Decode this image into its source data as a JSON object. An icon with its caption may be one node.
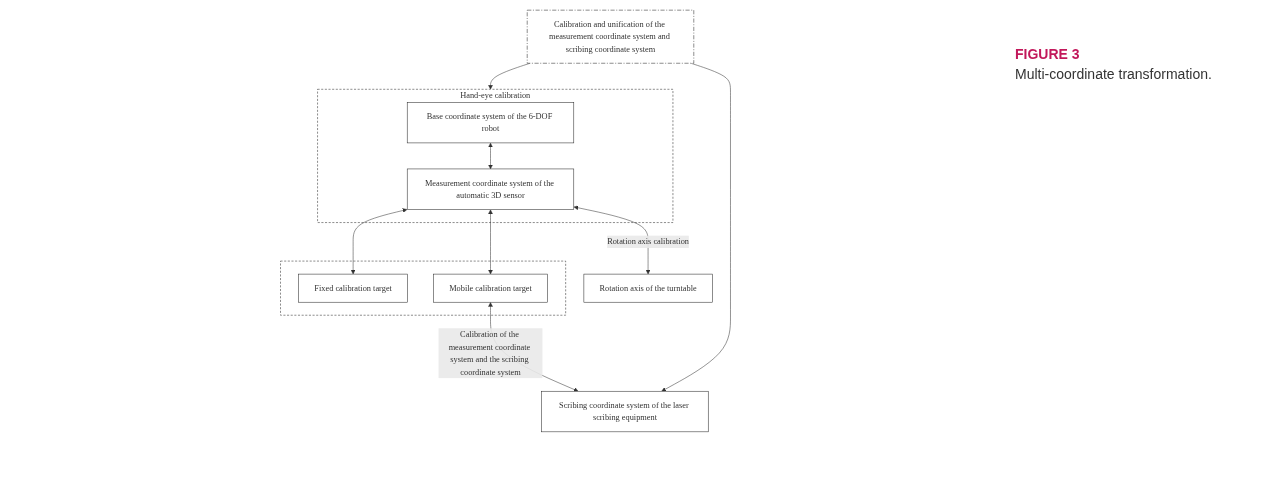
{
  "diagram": {
    "caption": "Multi-coordinate transformation.",
    "nodes": [
      {
        "text": [
          "Hand-eye calibration"
        ]
      },
      {
        "text": [
          "Base coordinate system of the 6-DOF robot"
        ],
        "in": 0
      },
      {
        "text": [
          "Measurement coordinate system of the automatic 3D sensor"
        ],
        "in": 0
      },
      {
        "text": [
          "Rotation axis of the turntable"
        ]
      },
      {
        "text": [],
        "shape": "box"
      },
      {
        "text": [
          "Fixed calibration target"
        ],
        "in": 4
      },
      {
        "text": [
          "Mobile calibration target"
        ],
        "in": 4
      },
      {
        "text": [
          "Calibration and unification of the measurement coordinate system and scribing coordinate system"
        ]
      },
      {
        "text": [
          "Scribing coordinate system of the laser scribing equipment"
        ]
      }
    ],
    "edges": [
      {
        "from": 1,
        "to": 2,
        "arrow": "both"
      },
      {
        "from": 2,
        "to": 3,
        "arrow": "both",
        "label": "Rotation axis calibration"
      },
      {
        "from": 2,
        "to": 5,
        "arrow": "both"
      },
      {
        "from": 2,
        "to": 6,
        "arrow": "both"
      },
      {
        "from": 6,
        "to": 8,
        "arrow": "both",
        "label": "Calibration of the measurement coordinate system and the scribing coordinate system"
      },
      {
        "from": 7,
        "to": 0,
        "arrow": "to"
      },
      {
        "from": 7,
        "to": 8,
        "arrow": "to"
      }
    ],
    "labels": [
      "FIGURE 3"
    ]
  }
}
